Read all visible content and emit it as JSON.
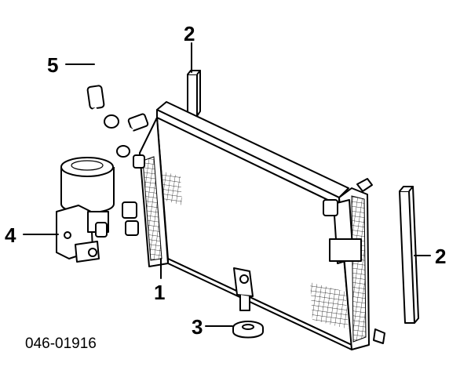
{
  "diagram": {
    "part_number": "046-01916",
    "callouts": {
      "condenser": "1",
      "seal_left": "2",
      "seal_right": "2",
      "washer": "3",
      "receiver_drier": "4",
      "hose": "5"
    }
  }
}
